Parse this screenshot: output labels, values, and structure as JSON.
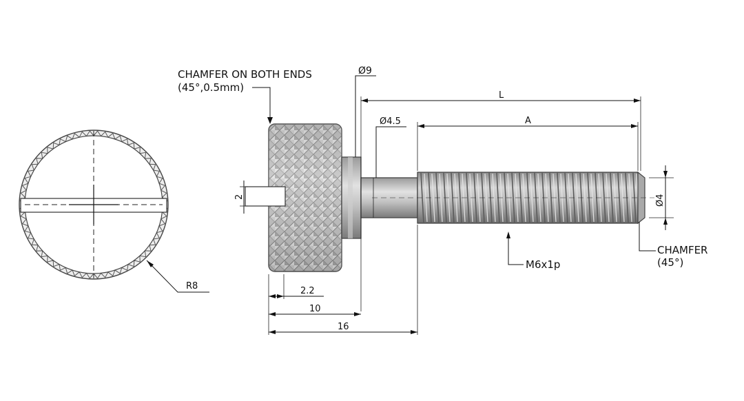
{
  "labels": {
    "chamfer_note_line1": "CHAMFER ON BOTH ENDS",
    "chamfer_note_line2": "(45°,0.5mm)",
    "head_diameter": "Ø9",
    "shank_diameter": "Ø4.5",
    "total_length": "L",
    "thread_length": "A",
    "slot_width": "2",
    "tip_diameter": "Ø4",
    "thread_spec": "M6x1p",
    "tip_chamfer_line1": "CHAMFER",
    "tip_chamfer_line2": "(45°)",
    "radius": "R8",
    "dim_2_2": "2.2",
    "dim_10": "10",
    "dim_16": "16"
  },
  "colors": {
    "line": "#111111",
    "metal_light": "#d9d9d9",
    "metal_mid": "#a8a8a8",
    "metal_dark": "#6e6e6e"
  }
}
